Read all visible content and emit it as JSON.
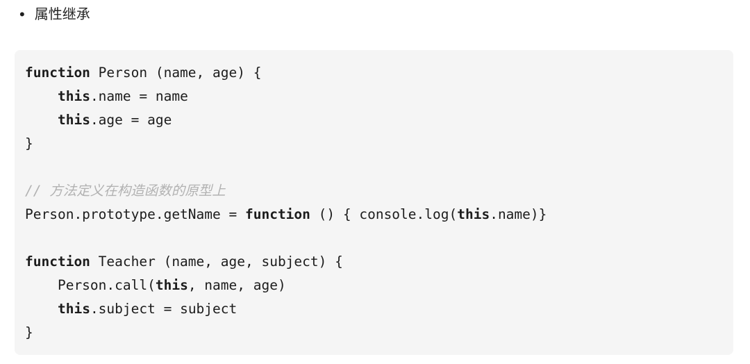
{
  "heading": {
    "bullet": "•",
    "text": "属性继承"
  },
  "colors": {
    "page_background": "#ffffff",
    "code_background": "#f5f5f5",
    "code_text": "#1c1c1c",
    "keyword_text": "#1c1c1c",
    "comment_text": "#b2b2b2",
    "heading_text": "#262626"
  },
  "code_block": {
    "language": "javascript",
    "lines": [
      {
        "segments": [
          {
            "text": "function",
            "bold": true
          },
          {
            "text": " Person (name, age) {"
          }
        ]
      },
      {
        "segments": [
          {
            "text": "    "
          },
          {
            "text": "this",
            "bold": true
          },
          {
            "text": ".name = name"
          }
        ]
      },
      {
        "segments": [
          {
            "text": "    "
          },
          {
            "text": "this",
            "bold": true
          },
          {
            "text": ".age = age"
          }
        ]
      },
      {
        "segments": [
          {
            "text": "}"
          }
        ]
      },
      {
        "segments": []
      },
      {
        "segments": [
          {
            "text": "// 方法定义在构造函数的原型上",
            "comment": true
          }
        ]
      },
      {
        "segments": [
          {
            "text": "Person.prototype.getName = "
          },
          {
            "text": "function",
            "bold": true
          },
          {
            "text": " () { console.log("
          },
          {
            "text": "this",
            "bold": true
          },
          {
            "text": ".name)}"
          }
        ]
      },
      {
        "segments": []
      },
      {
        "segments": [
          {
            "text": "function",
            "bold": true
          },
          {
            "text": " Teacher (name, age, subject) {"
          }
        ]
      },
      {
        "segments": [
          {
            "text": "    Person.call("
          },
          {
            "text": "this",
            "bold": true
          },
          {
            "text": ", name, age)"
          }
        ]
      },
      {
        "segments": [
          {
            "text": "    "
          },
          {
            "text": "this",
            "bold": true
          },
          {
            "text": ".subject = subject"
          }
        ]
      },
      {
        "segments": [
          {
            "text": "}"
          }
        ]
      }
    ]
  }
}
